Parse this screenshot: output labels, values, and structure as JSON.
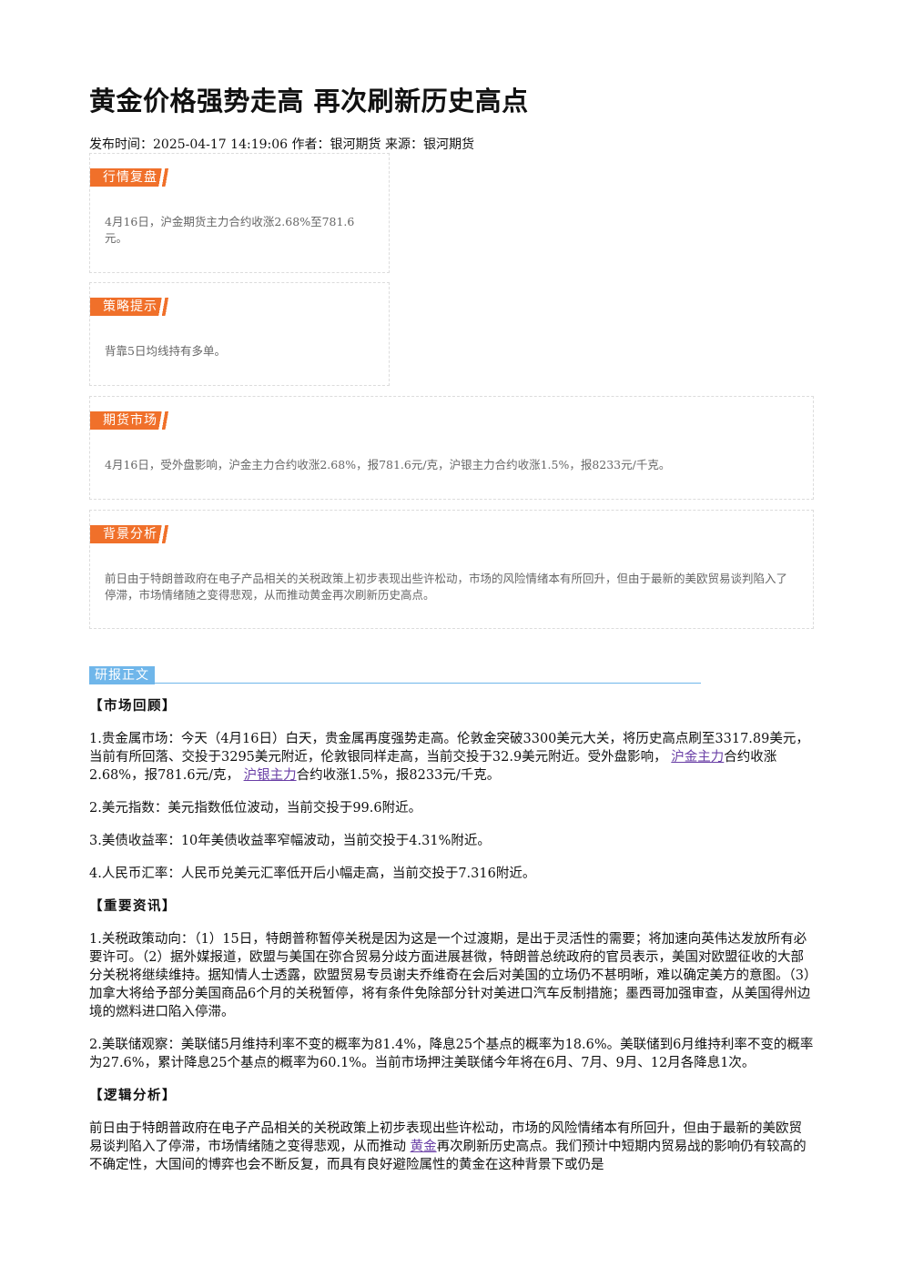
{
  "title": "黄金价格强势走高 再次刷新历史高点",
  "meta": "发布时间：2025-04-17 14:19:06 作者：银河期货 来源：银河期货",
  "boxes": {
    "market_review": {
      "tag": "行情复盘",
      "text": "4月16日，沪金期货主力合约收涨2.68%至781.6元。"
    },
    "strategy": {
      "tag": "策略提示",
      "text": "背靠5日均线持有多单。"
    },
    "futures": {
      "tag": "期货市场",
      "text": "4月16日，受外盘影响，沪金主力合约收涨2.68%，报781.6元/克，沪银主力合约收涨1.5%，报8233元/千克。"
    },
    "background": {
      "tag": "背景分析",
      "text": "前日由于特朗普政府在电子产品相关的关税政策上初步表现出些许松动，市场的风险情绪本有所回升，但由于最新的美欧贸易谈判陷入了停滞，市场情绪随之变得悲观，从而推动黄金再次刷新历史高点。"
    }
  },
  "section_label": "研报正文",
  "article": {
    "h_market": "【市场回顾】",
    "p1_a": "1.贵金属市场：今天（4月16日）白天，贵金属再度强势走高。伦敦金突破3300美元大关，将历史高点刷至3317.89美元，当前有所回落、交投于3295美元附近，伦敦银同样走高，当前交投于32.9美元附近。受外盘影响，",
    "p1_link1": "沪金主力",
    "p1_b": "合约收涨2.68%，报781.6元/克，",
    "p1_link2": "沪银主力",
    "p1_c": "合约收涨1.5%，报8233元/千克。",
    "p2": "2.美元指数：美元指数低位波动，当前交投于99.6附近。",
    "p3": "3.美债收益率：10年美债收益率窄幅波动，当前交投于4.31%附近。",
    "p4": "4.人民币汇率：人民币兑美元汇率低开后小幅走高，当前交投于7.316附近。",
    "h_news": "【重要资讯】",
    "n1": "1.关税政策动向：（1）15日，特朗普称暂停关税是因为这是一个过渡期，是出于灵活性的需要；将加速向英伟达发放所有必要许可。（2）据外媒报道，欧盟与美国在弥合贸易分歧方面进展甚微，特朗普总统政府的官员表示，美国对欧盟征收的大部分关税将继续维持。据知情人士透露，欧盟贸易专员谢夫乔维奇在会后对美国的立场仍不甚明晰，难以确定美方的意图。（3）加拿大将给予部分美国商品6个月的关税暂停，将有条件免除部分针对美进口汽车反制措施；墨西哥加强审查，从美国得州边境的燃料进口陷入停滞。",
    "n2": "2.美联储观察：美联储5月维持利率不变的概率为81.4%，降息25个基点的概率为18.6%。美联储到6月维持利率不变的概率为27.6%，累计降息25个基点的概率为60.1%。当前市场押注美联储今年将在6月、7月、9月、12月各降息1次。",
    "h_logic": "【逻辑分析】",
    "l1_a": "前日由于特朗普政府在电子产品相关的关税政策上初步表现出些许松动，市场的风险情绪本有所回升，但由于最新的美欧贸易谈判陷入了停滞，市场情绪随之变得悲观，从而推动",
    "l1_link": "黄金",
    "l1_b": "再次刷新历史高点。我们预计中短期内贸易战的影响仍有较高的不确定性，大国间的博弈也会不断反复，而具有良好避险属性的黄金在这种背景下或仍是"
  },
  "colors": {
    "tag_orange": "#f0702a",
    "tag_blue": "#6fb6ea",
    "link": "#6a3fa6"
  }
}
